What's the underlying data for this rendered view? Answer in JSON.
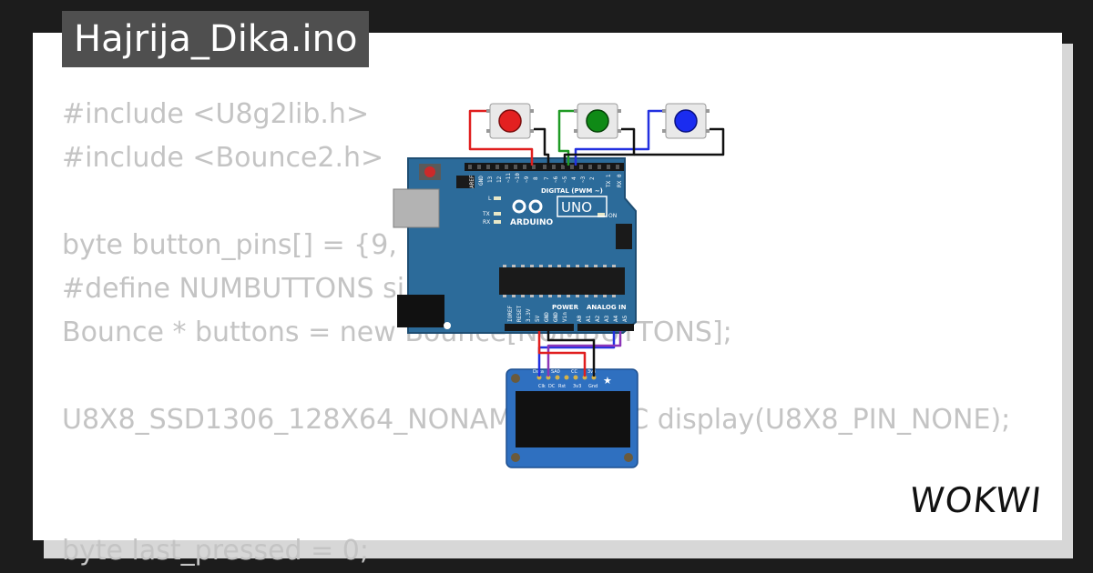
{
  "page": {
    "title": "Hajrija_Dika.ino",
    "logo": "WOKWI"
  },
  "code_lines": [
    "#include <U8g2lib.h>",
    "#include <Bounce2.h>",
    "",
    "byte button_pins[] = {9, 5",
    "#define NUMBUTTONS si",
    "Bounce * buttons = new Bounce[NUMBUTTONS];",
    "",
    "U8X8_SSD1306_128X64_NONAME_HW_I2C display(U8X8_PIN_NONE);",
    "",
    "",
    "byte last_pressed = 0;"
  ],
  "arduino": {
    "model": "UNO",
    "brand": "ARDUINO",
    "digital_header": "DIGITAL (PWM ~)",
    "power_header": "POWER",
    "analog_header": "ANALOG IN",
    "led_labels": [
      "L",
      "TX",
      "RX"
    ],
    "on_label": "ON",
    "top_pins": [
      "AREF",
      "GND",
      "13",
      "12",
      "~11",
      "~10",
      "~9",
      "8",
      "7",
      "~6",
      "~5",
      "4",
      "~3",
      "2",
      "TX 1",
      "RX 0"
    ],
    "bottom_pins": [
      "IOREF",
      "RESET",
      "3.3V",
      "5V",
      "GND",
      "GND",
      "Vin",
      "A0",
      "A1",
      "A2",
      "A3",
      "A4",
      "A5"
    ]
  },
  "oled": {
    "pin_labels_top": [
      "Data",
      "SA0",
      "CC",
      "3v3"
    ],
    "pin_labels_bottom": [
      "Clk",
      "DC",
      "Rst",
      "3v3",
      "Gnd"
    ]
  },
  "buttons": [
    {
      "color": "#e32020"
    },
    {
      "color": "#0f8a16"
    },
    {
      "color": "#1a2cf0"
    }
  ],
  "colors": {
    "board": "#2c6b9a",
    "oled_board": "#2f70c0",
    "wire_red": "#e01e1e",
    "wire_green": "#1f9a24",
    "wire_blue": "#2230e0",
    "wire_purple": "#8c35b8",
    "wire_black": "#111111"
  }
}
